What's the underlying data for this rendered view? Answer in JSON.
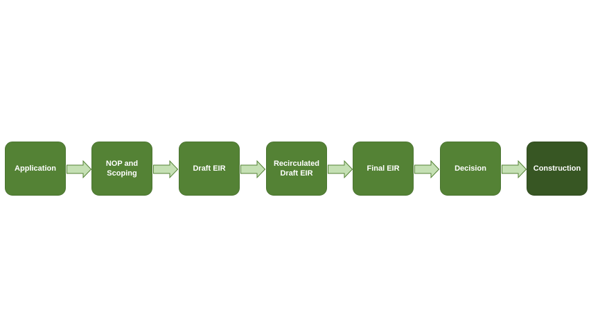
{
  "diagram": {
    "steps": [
      {
        "label": "Application"
      },
      {
        "label": "NOP and Scoping"
      },
      {
        "label": "Draft EIR"
      },
      {
        "label": "Recirculated Draft EIR"
      },
      {
        "label": "Final EIR"
      },
      {
        "label": "Decision"
      },
      {
        "label": "Construction"
      }
    ],
    "colors": {
      "step_fill": "#548235",
      "final_step_fill": "#375623",
      "arrow_fill": "#c5e0b4",
      "arrow_stroke": "#548235",
      "text": "#ffffff"
    }
  }
}
